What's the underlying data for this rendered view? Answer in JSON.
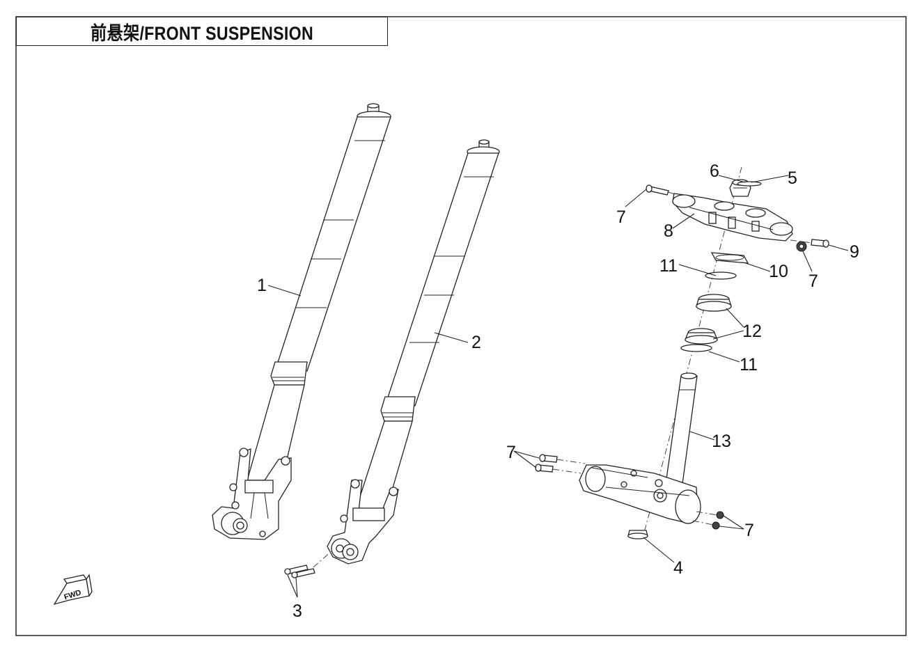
{
  "title": "前悬架/FRONT SUSPENSION",
  "fwd_label": "FWD",
  "callouts": {
    "c1": "1",
    "c2": "2",
    "c3": "3",
    "c4": "4",
    "c5": "5",
    "c6": "6",
    "c7a": "7",
    "c7b": "7",
    "c7c": "7",
    "c7d": "7",
    "c8": "8",
    "c9": "9",
    "c10": "10",
    "c11a": "11",
    "c11b": "11",
    "c12": "12",
    "c13": "13"
  }
}
